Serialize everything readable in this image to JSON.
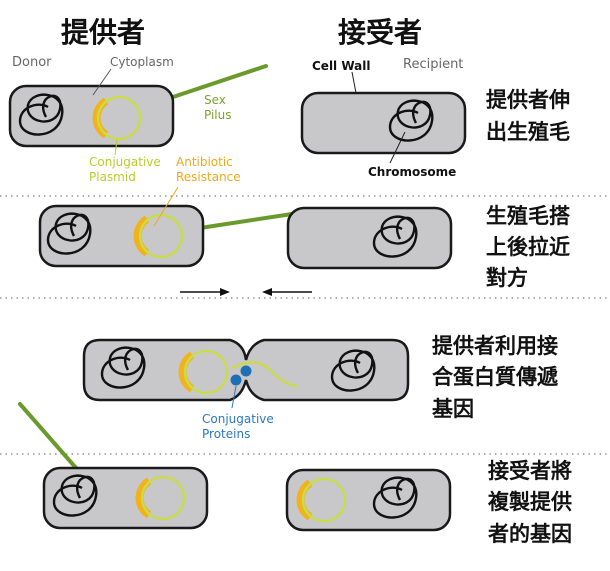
{
  "headers": {
    "donor_zh": "提供者",
    "recipient_zh": "接受者"
  },
  "labels": {
    "donor": "Donor",
    "cytoplasm": "Cytoplasm",
    "sex_pilus_1": "Sex",
    "sex_pilus_2": "Pilus",
    "cell_wall": "Cell Wall",
    "recipient": "Recipient",
    "conjugative_plasmid_1": "Conjugative",
    "conjugative_plasmid_2": "Plasmid",
    "antibiotic_resistance_1": "Antibiotic",
    "antibiotic_resistance_2": "Resistance",
    "chromosome": "Chromosome",
    "conjugative_proteins_1": "Conjugative",
    "conjugative_proteins_2": "Proteins"
  },
  "steps": [
    {
      "lines": [
        "提供者伸",
        "出生殖毛"
      ]
    },
    {
      "lines": [
        "生殖毛搭",
        "上後拉近",
        "對方"
      ]
    },
    {
      "lines": [
        "提供者利用接",
        "合蛋白質傳遞",
        "基因"
      ]
    },
    {
      "lines": [
        "接受者將",
        "複製提供",
        "者的基因"
      ]
    }
  ],
  "colors": {
    "cell_fill": "#c8c8ca",
    "cell_stroke": "#1a1a1a",
    "plasmid": "#c9dc4a",
    "resistance": "#f2b21b",
    "pilus": "#6a9a2c",
    "protein": "#1f6fb5",
    "label_green": "#7aa52d",
    "label_lime": "#b9cc2a",
    "label_orange": "#f0a81b",
    "label_blue": "#2a78c2",
    "label_gray": "#666666"
  }
}
